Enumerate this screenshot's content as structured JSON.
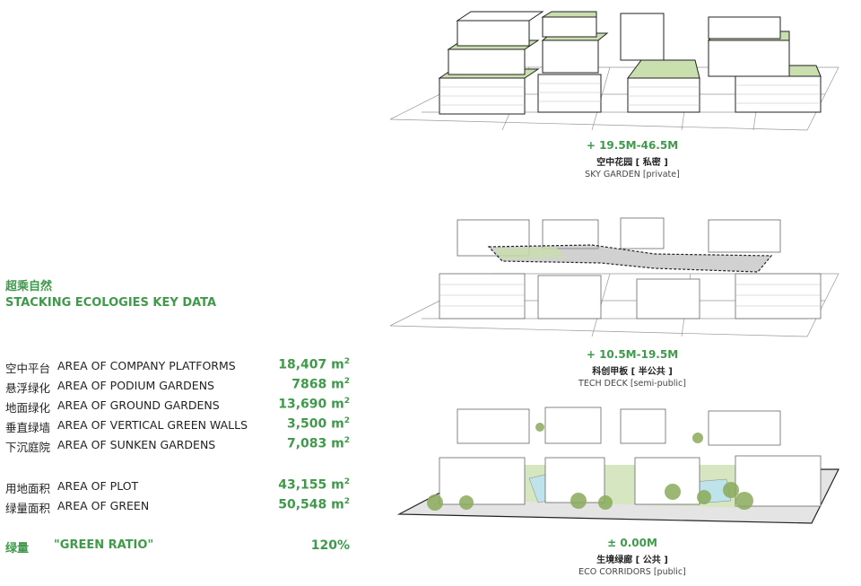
{
  "header": {
    "title_cn": "超乘自然",
    "title_en": "STACKING ECOLOGIES KEY DATA"
  },
  "rows": [
    {
      "cn": "空中平台",
      "en": "AREA OF COMPANY PLATFORMS",
      "value": "18,407",
      "unit": "m",
      "sup": "2"
    },
    {
      "cn": "悬浮绿化",
      "en": "AREA OF PODIUM GARDENS",
      "value": "7868",
      "unit": "m",
      "sup": "2"
    },
    {
      "cn": "地面绿化",
      "en": "AREA OF GROUND GARDENS",
      "value": "13,690",
      "unit": "m",
      "sup": "2"
    },
    {
      "cn": "垂直绿墙",
      "en": "AREA OF VERTICAL GREEN WALLS",
      "value": "3,500",
      "unit": "m",
      "sup": "2"
    },
    {
      "cn": "下沉庭院",
      "en": "AREA OF SUNKEN GARDENS",
      "value": "7,083",
      "unit": "m",
      "sup": "2"
    },
    {
      "cn": "用地面积",
      "en": "AREA OF PLOT",
      "value": "43,155",
      "unit": "m",
      "sup": "2"
    },
    {
      "cn": "绿量面积",
      "en": "AREA OF GREEN",
      "value": "50,548",
      "unit": "m",
      "sup": "2"
    }
  ],
  "ratio": {
    "cn": "绿量",
    "en": "\"GREEN RATIO\"",
    "value": "120%"
  },
  "diagrams": [
    {
      "level": "+ 19.5M-46.5M",
      "cn": "空中花园 [ 私密 ]",
      "en": "SKY GARDEN  [private]"
    },
    {
      "level": "+ 10.5M-19.5M",
      "cn": "科创甲板 [ 半公共 ]",
      "en": "TECH DECK  [semi-public]"
    },
    {
      "level": "± 0.00M",
      "cn": "生境绿廊 [ 公共 ]",
      "en": "ECO CORRIDORS  [public]"
    }
  ],
  "colors": {
    "accent": "#3f9a4b",
    "garden": "#c9dfae",
    "tree": "#8aaa5a",
    "water": "#bfe3ea"
  }
}
